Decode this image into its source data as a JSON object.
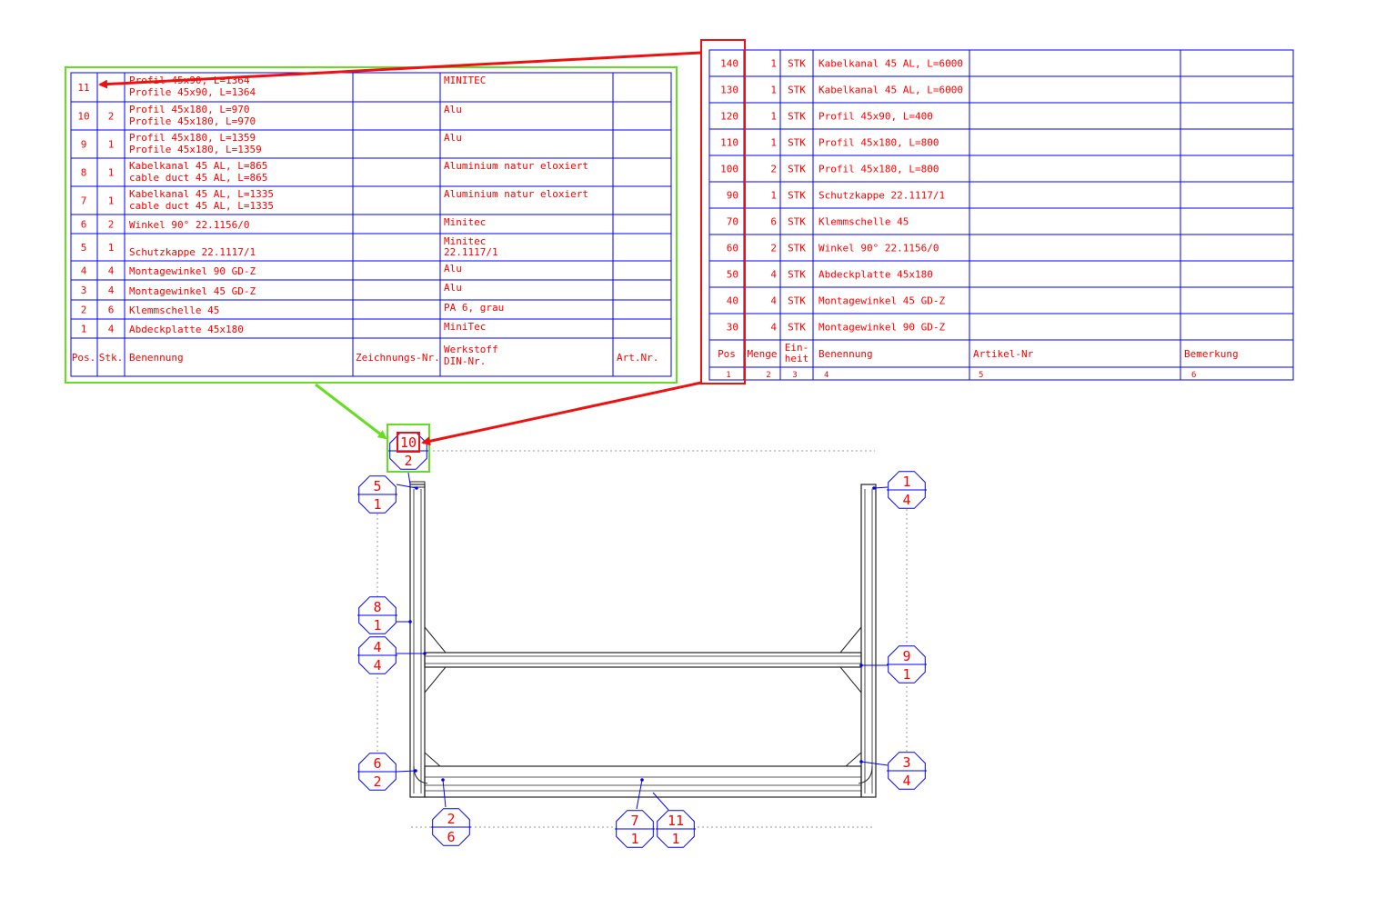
{
  "left_table": {
    "rows": [
      {
        "pos": "11",
        "stk": "",
        "name": [
          "Profil 45x90, L=1364",
          "Profile 45x90, L=1364"
        ],
        "zeich": "",
        "werk": [
          "MINITEC"
        ],
        "art": ""
      },
      {
        "pos": "10",
        "stk": "2",
        "name": [
          "Profil 45x180, L=970",
          "Profile 45x180, L=970"
        ],
        "zeich": "",
        "werk": [
          "Alu"
        ],
        "art": ""
      },
      {
        "pos": "9",
        "stk": "1",
        "name": [
          "Profil 45x180, L=1359",
          "Profile 45x180, L=1359"
        ],
        "zeich": "",
        "werk": [
          "Alu"
        ],
        "art": ""
      },
      {
        "pos": "8",
        "stk": "1",
        "name": [
          "Kabelkanal 45 AL,  L=865",
          "cable duct 45 AL,  L=865"
        ],
        "zeich": "",
        "werk": [
          "Aluminium natur eloxiert"
        ],
        "art": ""
      },
      {
        "pos": "7",
        "stk": "1",
        "name": [
          "Kabelkanal 45 AL,  L=1335",
          "cable duct 45 AL,  L=1335"
        ],
        "zeich": "",
        "werk": [
          "Aluminium natur eloxiert"
        ],
        "art": ""
      },
      {
        "pos": "6",
        "stk": "2",
        "name": [
          "Winkel 90° 22.1156/0"
        ],
        "zeich": "",
        "werk": [
          "Minitec"
        ],
        "art": ""
      },
      {
        "pos": "5",
        "stk": "1",
        "name": [
          "Schutzkappe 22.1117/1"
        ],
        "zeich": "",
        "werk": [
          "Minitec",
          "22.1117/1"
        ],
        "art": ""
      },
      {
        "pos": "4",
        "stk": "4",
        "name": [
          "Montagewinkel 90 GD-Z"
        ],
        "zeich": "",
        "werk": [
          "Alu"
        ],
        "art": ""
      },
      {
        "pos": "3",
        "stk": "4",
        "name": [
          "Montagewinkel 45 GD-Z"
        ],
        "zeich": "",
        "werk": [
          "Alu"
        ],
        "art": ""
      },
      {
        "pos": "2",
        "stk": "6",
        "name": [
          "Klemmschelle 45"
        ],
        "zeich": "",
        "werk": [
          "PA 6, grau"
        ],
        "art": ""
      },
      {
        "pos": "1",
        "stk": "4",
        "name": [
          "Abdeckplatte 45x180"
        ],
        "zeich": "",
        "werk": [
          "MiniTec"
        ],
        "art": ""
      }
    ],
    "header": {
      "pos": "Pos.",
      "stk": "Stk.",
      "name": "Benennung",
      "zeich": "Zeichnungs-Nr.",
      "werk": [
        "Werkstoff",
        "DIN-Nr."
      ],
      "art": "Art.Nr."
    }
  },
  "right_table": {
    "rows": [
      {
        "pos": "140",
        "menge": "1",
        "einheit": "STK",
        "name": "Kabelkanal 45 AL,  L=6000"
      },
      {
        "pos": "130",
        "menge": "1",
        "einheit": "STK",
        "name": "Kabelkanal 45 AL,  L=6000"
      },
      {
        "pos": "120",
        "menge": "1",
        "einheit": "STK",
        "name": "Profil 45x90, L=400"
      },
      {
        "pos": "110",
        "menge": "1",
        "einheit": "STK",
        "name": "Profil 45x180, L=800"
      },
      {
        "pos": "100",
        "menge": "2",
        "einheit": "STK",
        "name": "Profil 45x180, L=800"
      },
      {
        "pos": "90",
        "menge": "1",
        "einheit": "STK",
        "name": "Schutzkappe 22.1117/1"
      },
      {
        "pos": "70",
        "menge": "6",
        "einheit": "STK",
        "name": "Klemmschelle 45"
      },
      {
        "pos": "60",
        "menge": "2",
        "einheit": "STK",
        "name": "Winkel 90° 22.1156/0"
      },
      {
        "pos": "50",
        "menge": "4",
        "einheit": "STK",
        "name": "Abdeckplatte 45x180"
      },
      {
        "pos": "40",
        "menge": "4",
        "einheit": "STK",
        "name": "Montagewinkel 45 GD-Z"
      },
      {
        "pos": "30",
        "menge": "4",
        "einheit": "STK",
        "name": "Montagewinkel 90 GD-Z"
      }
    ],
    "header": {
      "pos": "Pos",
      "menge": "Menge",
      "einheit": [
        "Ein-",
        "heit"
      ],
      "name": "Benennung",
      "artikel": "Artikel-Nr",
      "bemerkung": "Bemerkung"
    },
    "numbers": [
      "1",
      "2",
      "3",
      "4",
      "5",
      "6"
    ]
  },
  "balloons": [
    {
      "id": "b-10-2",
      "top": "10",
      "bottom": "2"
    },
    {
      "id": "b-5-1",
      "top": "5",
      "bottom": "1"
    },
    {
      "id": "b-1-4",
      "top": "1",
      "bottom": "4"
    },
    {
      "id": "b-8-1",
      "top": "8",
      "bottom": "1"
    },
    {
      "id": "b-4-4",
      "top": "4",
      "bottom": "4"
    },
    {
      "id": "b-9-1",
      "top": "9",
      "bottom": "1"
    },
    {
      "id": "b-6-2",
      "top": "6",
      "bottom": "2"
    },
    {
      "id": "b-3-4",
      "top": "3",
      "bottom": "4"
    },
    {
      "id": "b-2-6",
      "top": "2",
      "bottom": "6"
    },
    {
      "id": "b-7-1",
      "top": "7",
      "bottom": "1"
    },
    {
      "id": "b-11-1",
      "top": "11",
      "bottom": "1"
    }
  ],
  "colors": {
    "line": "#0000ff",
    "text": "#ff0000",
    "highlight_green": "#66dd22",
    "highlight_red": "#ee1111",
    "frame": "#222222"
  }
}
